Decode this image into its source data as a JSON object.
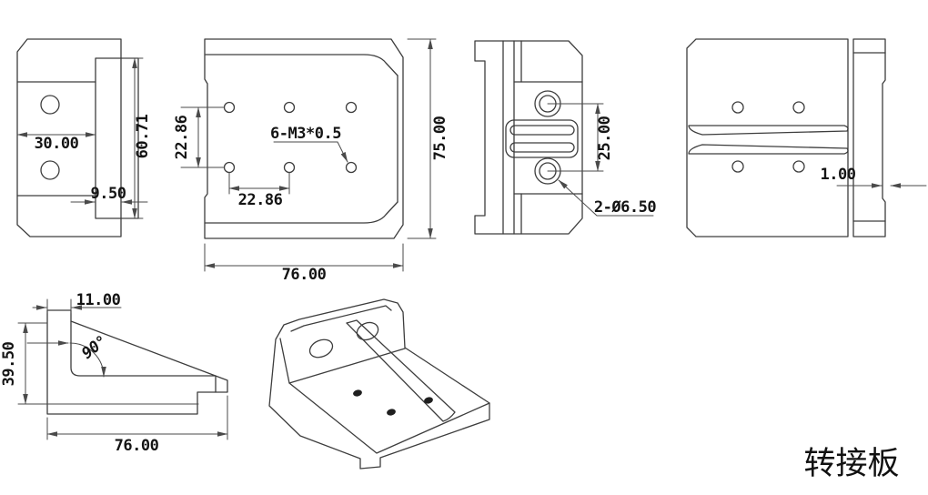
{
  "title": "转接板",
  "colors": {
    "outline": "#3d3d3d",
    "dimension": "#4a4a4a",
    "text": "#141414",
    "background": "#ffffff"
  },
  "views": {
    "left_side": {
      "dim_width": "30.00",
      "dim_height": "60.71",
      "dim_offset": "9.50"
    },
    "front": {
      "dim_hole_pitch_vertical": "22.86",
      "dim_hole_pitch_horizontal": "22.86",
      "callout_threads": "6-M3*0.5",
      "dim_height": "75.00",
      "dim_width": "76.00"
    },
    "right_side": {
      "dim_hole_pitch": "25.00",
      "callout_holes": "2-Ø6.50"
    },
    "back": {
      "dim_step": "1.00"
    },
    "profile": {
      "dim_wall_thickness": "11.00",
      "dim_height": "39.50",
      "dim_angle": "90°",
      "dim_width": "76.00"
    }
  }
}
